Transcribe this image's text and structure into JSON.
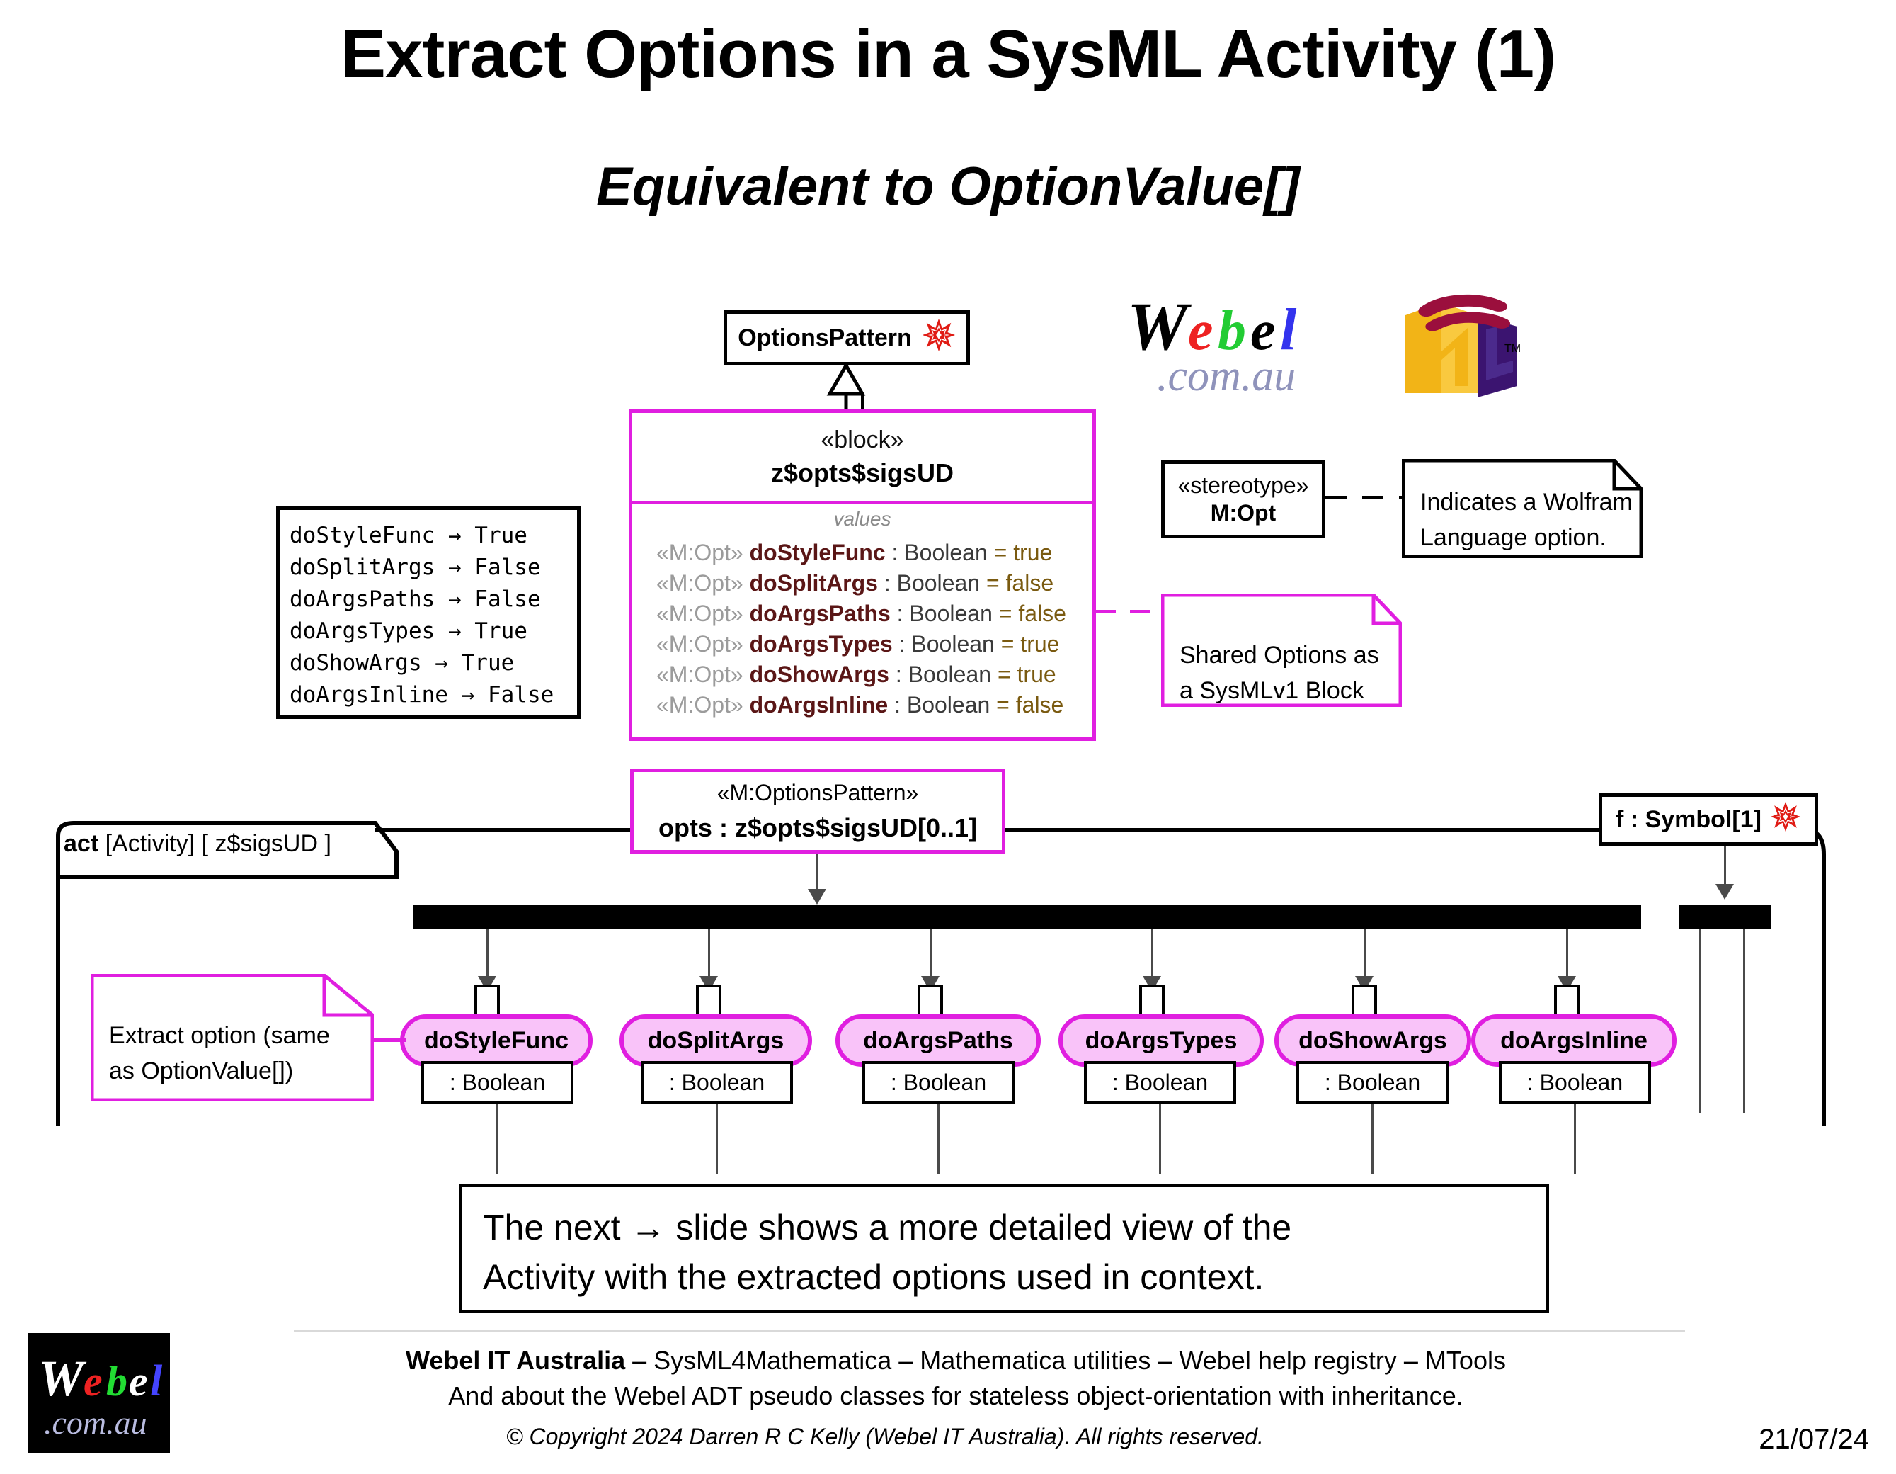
{
  "slide": {
    "title": "Extract Options in a SysML Activity (1)",
    "subtitle": "Equivalent to OptionValue[]"
  },
  "options_pattern_class": {
    "name": "OptionsPattern",
    "icon": "mathematica-spikey-icon"
  },
  "block": {
    "stereotype": "«block»",
    "name": "z$opts$sigsUD",
    "compartment_label": "values",
    "values": [
      {
        "stereotype": "«M:Opt»",
        "name": "doStyleFunc",
        "type": ": Boolean",
        "default": "= true"
      },
      {
        "stereotype": "«M:Opt»",
        "name": "doSplitArgs",
        "type": ": Boolean",
        "default": "= false"
      },
      {
        "stereotype": "«M:Opt»",
        "name": "doArgsPaths",
        "type": ": Boolean",
        "default": "= false"
      },
      {
        "stereotype": "«M:Opt»",
        "name": "doArgsTypes",
        "type": ": Boolean",
        "default": "= true"
      },
      {
        "stereotype": "«M:Opt»",
        "name": "doShowArgs",
        "type": ": Boolean",
        "default": "= true"
      },
      {
        "stereotype": "«M:Opt»",
        "name": "doArgsInline",
        "type": ": Boolean",
        "default": "= false"
      }
    ]
  },
  "association_list": {
    "rows": [
      "doStyleFunc → True",
      "doSplitArgs → False",
      "doArgsPaths → False",
      "doArgsTypes → True",
      "doShowArgs → True",
      "doArgsInline → False"
    ]
  },
  "stereotype_box": {
    "keyword": "«stereotype»",
    "name": "M:Opt"
  },
  "notes": {
    "wolfram_option": "Indicates a Wolfram\nLanguage option.",
    "wolfram_option_line1": "Indicates a Wolfram",
    "wolfram_option_line2": "Language option.",
    "shared_options_line1": "Shared Options as",
    "shared_options_line2": "a SysMLv1 Block",
    "extract_option_line1": "Extract option (same",
    "extract_option_line2": "as OptionValue[])"
  },
  "activity_frame": {
    "keyword": "act",
    "kind": "[Activity]",
    "name": "[ z$sigsUD ]"
  },
  "opts_property": {
    "stereotype": "«M:OptionsPattern»",
    "signature": "opts : z$opts$sigsUD[0..1]"
  },
  "symbol_node": {
    "label": "f : Symbol[1]",
    "icon": "mathematica-spikey-icon"
  },
  "actions": [
    {
      "name": "doStyleFunc",
      "output": ": Boolean"
    },
    {
      "name": "doSplitArgs",
      "output": ": Boolean"
    },
    {
      "name": "doArgsPaths",
      "output": ": Boolean"
    },
    {
      "name": "doArgsTypes",
      "output": ": Boolean"
    },
    {
      "name": "doShowArgs",
      "output": ": Boolean"
    },
    {
      "name": "doArgsInline",
      "output": ": Boolean"
    }
  ],
  "bottom_note": {
    "line1": "The next → slide shows a more detailed view of the",
    "line2": "Activity with the extracted options used in context."
  },
  "footer": {
    "line1_bold": "Webel IT Australia",
    "line1_rest": "– SysML4Mathematica – Mathematica utilities – Webel help registry – MTools",
    "line2": "And about the Webel ADT pseudo classes for stateless object-orientation with inheritance.",
    "copyright": "© Copyright 2024 Darren R C Kelly (Webel IT Australia). All rights reserved.",
    "date": "21/07/24"
  },
  "logos": {
    "webel": {
      "w": "W",
      "e1": "e",
      "b": "b",
      "e2": "e",
      "l": "l",
      "domain": ".com.au"
    },
    "sysml": {
      "top": "Sys",
      "m": "M",
      "l": "L",
      "tm": "TM"
    }
  },
  "colors": {
    "magenta": "#e01fe0",
    "pill_fill": "#f9c3f9",
    "spikey_red": "#e01b14",
    "value_name": "#5a1616",
    "value_default": "#7a5a10",
    "stereo_grey": "#9b9b9b"
  }
}
